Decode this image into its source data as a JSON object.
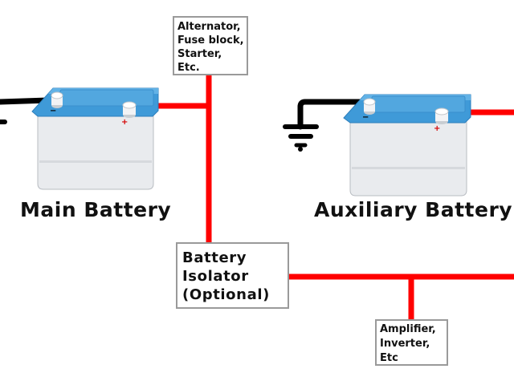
{
  "labels": {
    "loads_top": [
      "Alternator,",
      "Fuse block,",
      "Starter,",
      "Etc."
    ],
    "isolator": [
      "Battery",
      "Isolator",
      "(Optional)"
    ],
    "loads_aux": [
      "Amplifier,",
      "Inverter,",
      "Etc"
    ]
  },
  "batteries": {
    "main": {
      "title": "Main Battery",
      "neg_sign": "−",
      "pos_sign": "+"
    },
    "aux": {
      "title": "Auxiliary Battery",
      "neg_sign": "−",
      "pos_sign": "+"
    }
  },
  "colors": {
    "positive_wire": "#ff0000",
    "negative_wire": "#000000",
    "battery_lid": "#3f9ad8",
    "battery_body": "#e9ebee",
    "box_border": "#9a9a9a"
  },
  "icons": [
    "ground-symbol-icon"
  ]
}
